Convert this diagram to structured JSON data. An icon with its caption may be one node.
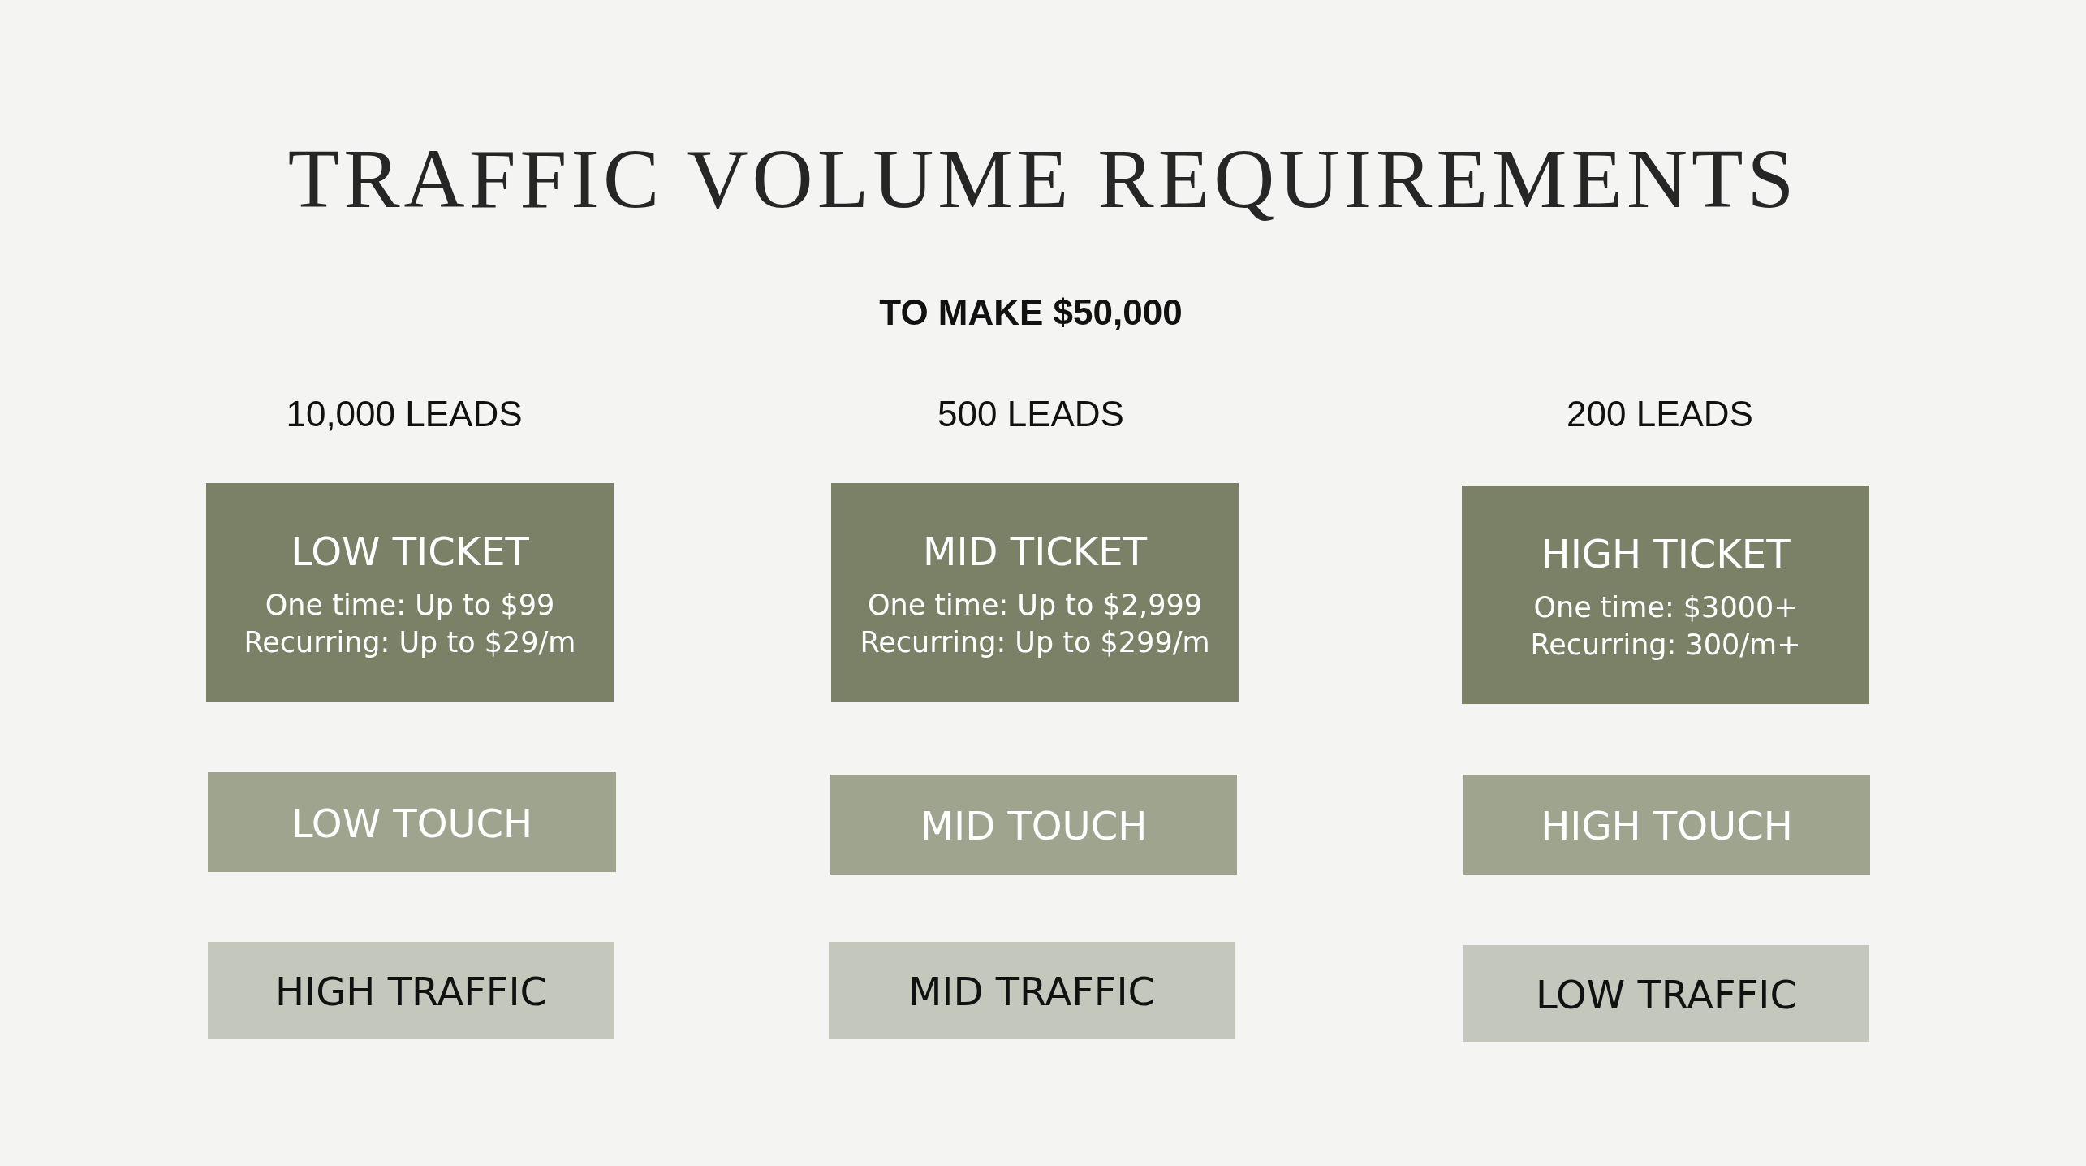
{
  "diagram": {
    "title": "TRAFFIC VOLUME REQUIREMENTS",
    "nodes": [
      {
        "text": [
          "LOW TICKET",
          "One time: Up to $99",
          "Recurring: Up to $29/m"
        ]
      },
      {
        "text": [
          "MID TICKET",
          "One time: Up to $2,999",
          "Recurring: Up to $299/m"
        ]
      },
      {
        "text": [
          "HIGH TICKET",
          "One time: $3000+",
          "Recurring: 300/m+"
        ]
      },
      {
        "text": [
          "LOW TOUCH"
        ]
      },
      {
        "text": [
          "MID TOUCH"
        ]
      },
      {
        "text": [
          "HIGH TOUCH"
        ]
      },
      {
        "text": [
          "HIGH TRAFFIC"
        ]
      },
      {
        "text": [
          "MID TRAFFIC"
        ]
      },
      {
        "text": [
          "LOW TRAFFIC"
        ]
      }
    ],
    "labels": [
      "TO MAKE $50,000",
      "10,000 LEADS",
      "500 LEADS",
      "200 LEADS"
    ]
  }
}
